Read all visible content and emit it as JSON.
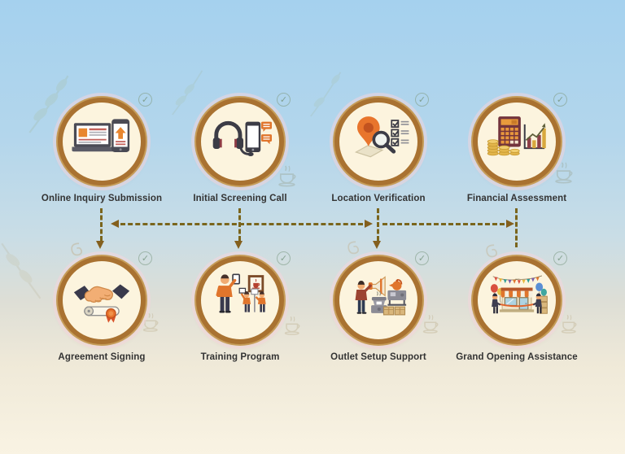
{
  "icons": {
    "check": "✓"
  },
  "palette": {
    "background_top": "#a5d1ee",
    "background_bottom": "#f9f3e3",
    "circle_ring": "#a97231",
    "circle_fill": "#fcf4de",
    "connector_dashed": "#7a651d",
    "arrowhead": "#845f1d",
    "label_text": "#333333",
    "accent_orange": "#e0752c",
    "check_badge": "#8fa796"
  },
  "connector": {
    "style": "dashed"
  },
  "steps": [
    {
      "label": "Online Inquiry Submission",
      "icon": "laptop-phone-upload-icon",
      "status_icon": "check"
    },
    {
      "label": "Initial Screening Call",
      "icon": "headset-phone-chat-icon",
      "status_icon": "check"
    },
    {
      "label": "Location Verification",
      "icon": "map-pin-magnifier-checklist-icon",
      "status_icon": "check"
    },
    {
      "label": "Financial Assessment",
      "icon": "calculator-coins-chart-icon",
      "status_icon": "check"
    },
    {
      "label": "Agreement Signing",
      "icon": "handshake-contract-icon",
      "status_icon": "check"
    },
    {
      "label": "Training Program",
      "icon": "trainer-trainees-icon",
      "status_icon": "check"
    },
    {
      "label": "Outlet Setup Support",
      "icon": "megaphone-equipment-boxes-icon",
      "status_icon": "check"
    },
    {
      "label": "Grand Opening Assistance",
      "icon": "storefront-ribbon-balloons-icon",
      "status_icon": "check"
    }
  ]
}
